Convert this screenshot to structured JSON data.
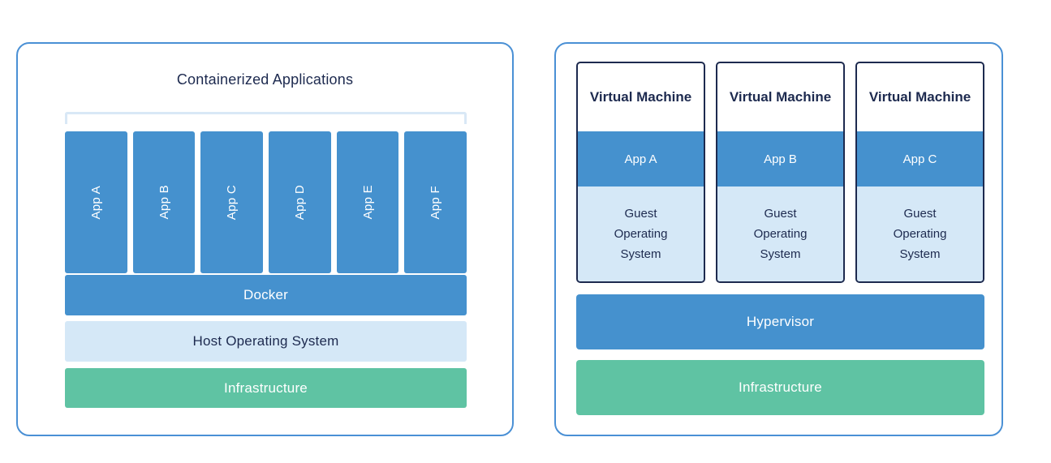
{
  "colors": {
    "blue": "#4591CE",
    "light_blue": "#D5E8F7",
    "bracket": "#D9E8F6",
    "green": "#5FC3A3",
    "navy": "#1D2A4F",
    "panel_border": "#4A90D5"
  },
  "left_panel": {
    "title": "Containerized Applications",
    "apps": [
      "App A",
      "App B",
      "App C",
      "App D",
      "App E",
      "App F"
    ],
    "layers": {
      "docker": "Docker",
      "host_os": "Host Operating System",
      "infrastructure": "Infrastructure"
    }
  },
  "right_panel": {
    "vms": [
      {
        "title": "Virtual Machine",
        "app": "App A",
        "os": "Guest Operating System"
      },
      {
        "title": "Virtual Machine",
        "app": "App B",
        "os": "Guest Operating System"
      },
      {
        "title": "Virtual Machine",
        "app": "App C",
        "os": "Guest Operating System"
      }
    ],
    "layers": {
      "hypervisor": "Hypervisor",
      "infrastructure": "Infrastructure"
    }
  }
}
